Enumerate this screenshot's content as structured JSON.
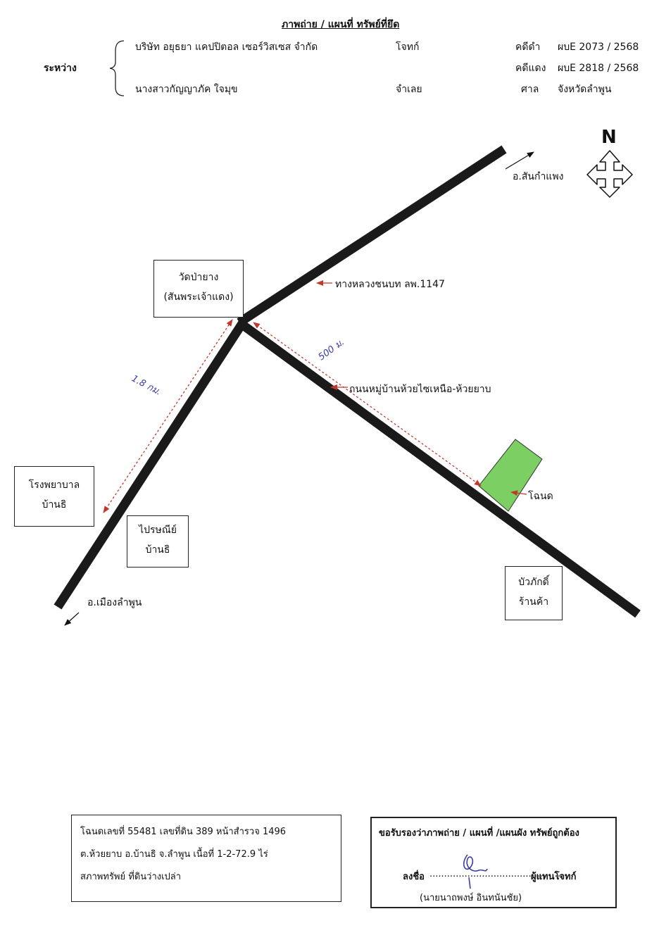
{
  "header": {
    "title": "ภาพถ่าย / แผนที่ ทรัพย์ที่ยึด",
    "between_label": "ระหว่าง",
    "plaintiff_name": "บริษัท อยุธยา แคปปิตอล เซอร์วิสเซส จำกัด",
    "plaintiff_role": "โจทก์",
    "defendant_name": "นางสาวกัญญาภัค  ใจมุข",
    "defendant_role": "จำเลย",
    "black_case_label": "คดีดำ",
    "black_case_no": "ผบE 2073 / 2568",
    "red_case_label": "คดีแดง",
    "red_case_no": "ผบE 2818 / 2568",
    "court_label": "ศาล",
    "court_name": "จังหวัดลำพูน"
  },
  "map": {
    "north_label": "N",
    "to_san_kamphaeng": "อ.สันกำแพง",
    "to_mueang_lamphun": "อ.เมืองลำพูน",
    "highway_label": "ทางหลวงชนบท ลพ.1147",
    "village_road_label": "ถนนหมู่บ้านห้วยไซเหนือ-ห้วยยาบ",
    "deed_label": "โฉนด",
    "distance_1": "1.8 กม.",
    "distance_2": "500 ม.",
    "plot_color": "#7ccf62",
    "road_color": "#1a1a1a",
    "arrow_color": "#c0392b",
    "handwriting_color": "#3a3fa0",
    "landmarks": {
      "temple_line1": "วัดป่ายาง",
      "temple_line2": "(สันพระเจ้าแดง)",
      "hospital_line1": "โรงพยาบาล",
      "hospital_line2": "บ้านธิ",
      "post_line1": "ไปรษณีย์",
      "post_line2": "บ้านธิ",
      "shop_line1": "บัวภักดิ์",
      "shop_line2": "ร้านค้า"
    }
  },
  "info_box": {
    "line1": "โฉนดเลขที่ 55481 เลขที่ดิน 389 หน้าสำรวจ 1496",
    "line2": "ต.ห้วยยาบ อ.บ้านธิ จ.ลำพูน  เนื้อที่ 1-2-72.9 ไร่",
    "line3": "สภาพทรัพย์ ที่ดินว่างเปล่า"
  },
  "certification": {
    "heading": "ขอรับรองว่าภาพถ่าย / แผนที่ /แผนผัง ทรัพย์ถูกต้อง",
    "sign_label": "ลงชื่อ",
    "sign_dots": "..............................................",
    "signer_role": "ผู้แทนโจทก์",
    "signer_name": "(นายนาถพงษ์ อินทนันชัย)"
  }
}
